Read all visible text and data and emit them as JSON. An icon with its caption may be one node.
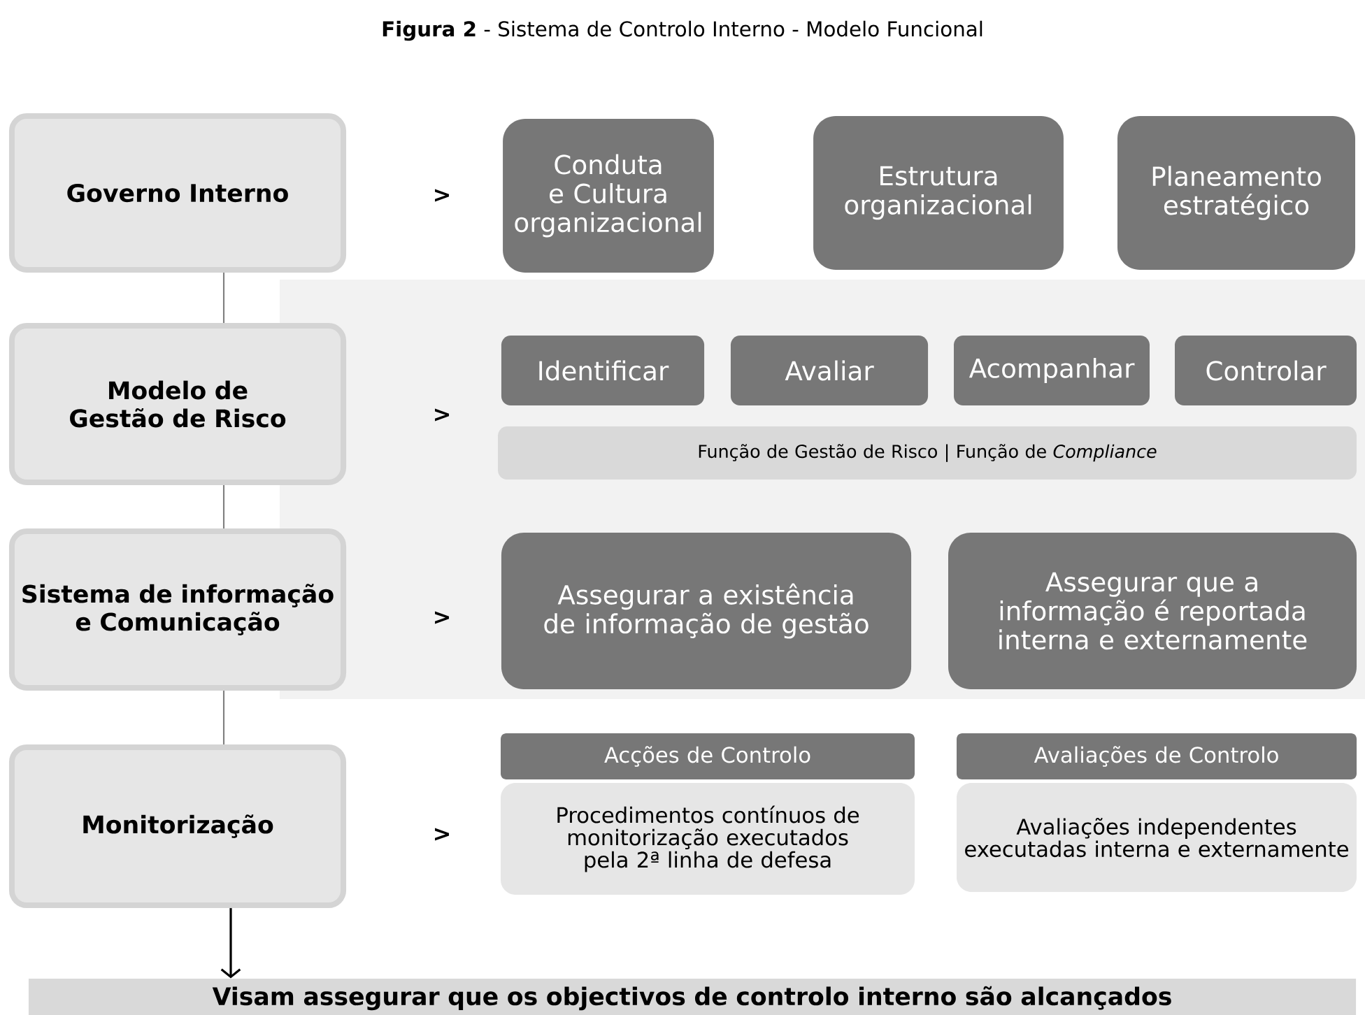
{
  "diagram": {
    "title": "**Figura 2** - Sistema de Controlo Interno - Modelo Funcional",
    "nodes": [
      {
        "text": [
          "Governo Interno"
        ]
      },
      {
        "text": [
          "Conduta e Cultura organizacional"
        ]
      },
      {
        "text": [
          "Estrutura organizacional"
        ]
      },
      {
        "text": [
          "Planeamento estratégico"
        ]
      },
      {
        "text": [
          "Modelo de Gestão de Risco"
        ]
      },
      {
        "text": [
          "Identificar"
        ]
      },
      {
        "text": [
          "Avaliar"
        ]
      },
      {
        "text": [
          "Acompanhar"
        ]
      },
      {
        "text": [
          "Controlar"
        ]
      },
      {
        "text": [
          "Função de Gestão de Risco | Função de *Compliance*"
        ]
      },
      {
        "text": [
          "Sistema de informação e Comunicação"
        ]
      },
      {
        "text": [
          "Assegurar a existência de informação de gestão"
        ]
      },
      {
        "text": [
          "Assegurar que a informação é reportada interna e externamente"
        ]
      },
      {
        "text": [
          "Monitorização"
        ]
      },
      {
        "text": [
          "Acções de Controlo"
        ]
      },
      {
        "text": [
          "Procedimentos contínuos de monitorização executados pela 2ª linha de defesa"
        ]
      },
      {
        "text": [
          "Avaliações de Controlo"
        ]
      },
      {
        "text": [
          "Avaliações independentes executadas interna e externamente"
        ]
      },
      {
        "text": [
          "Visam assegurar que os objectivos de controlo interno são alcançados"
        ]
      }
    ],
    "edges": [
      {
        "from": 0,
        "to": 4,
        "arrow": "none",
        "color": "#808080"
      },
      {
        "from": 4,
        "to": 10,
        "arrow": "none",
        "color": "#808080"
      },
      {
        "from": 10,
        "to": 13,
        "arrow": "none",
        "color": "#808080"
      },
      {
        "from": 13,
        "to": 18,
        "arrow": "to",
        "color": "#000000"
      }
    ],
    "labels": [
      ">",
      ">",
      ">",
      ">"
    ]
  }
}
